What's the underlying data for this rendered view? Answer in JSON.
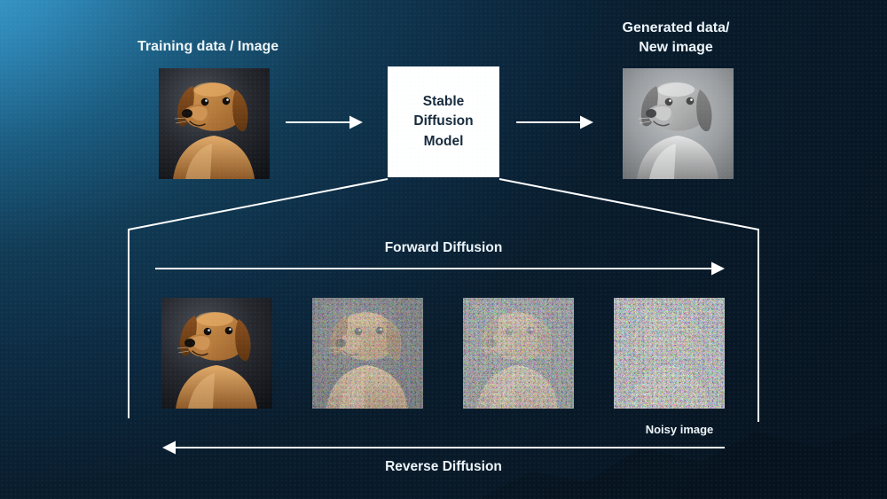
{
  "colors": {
    "bg_accent": "#46aede",
    "bg_dark": "#071421",
    "line": "#ffffff",
    "label_text": "#eef5f9",
    "model_box_bg": "#ffffff",
    "model_box_text": "#16293c"
  },
  "pipeline": {
    "training_label": "Training data / Image",
    "model_label": "Stable Diffusion Model",
    "generated_label_line1": "Generated data/",
    "generated_label_line2": "New image",
    "training_image": "brown-dog-portrait-photo",
    "generated_image": "grayscale-dog-sketch"
  },
  "diffusion": {
    "forward_label": "Forward Diffusion",
    "reverse_label": "Reverse Diffusion",
    "noisy_label": "Noisy image",
    "stages": [
      {
        "name": "original-dog-image",
        "noise_opacity": 0
      },
      {
        "name": "slightly-noisy-dog-image",
        "noise_opacity": 0.62
      },
      {
        "name": "very-noisy-dog-image",
        "noise_opacity": 0.78
      },
      {
        "name": "pure-noise-image",
        "noise_opacity": 0.93
      }
    ]
  }
}
